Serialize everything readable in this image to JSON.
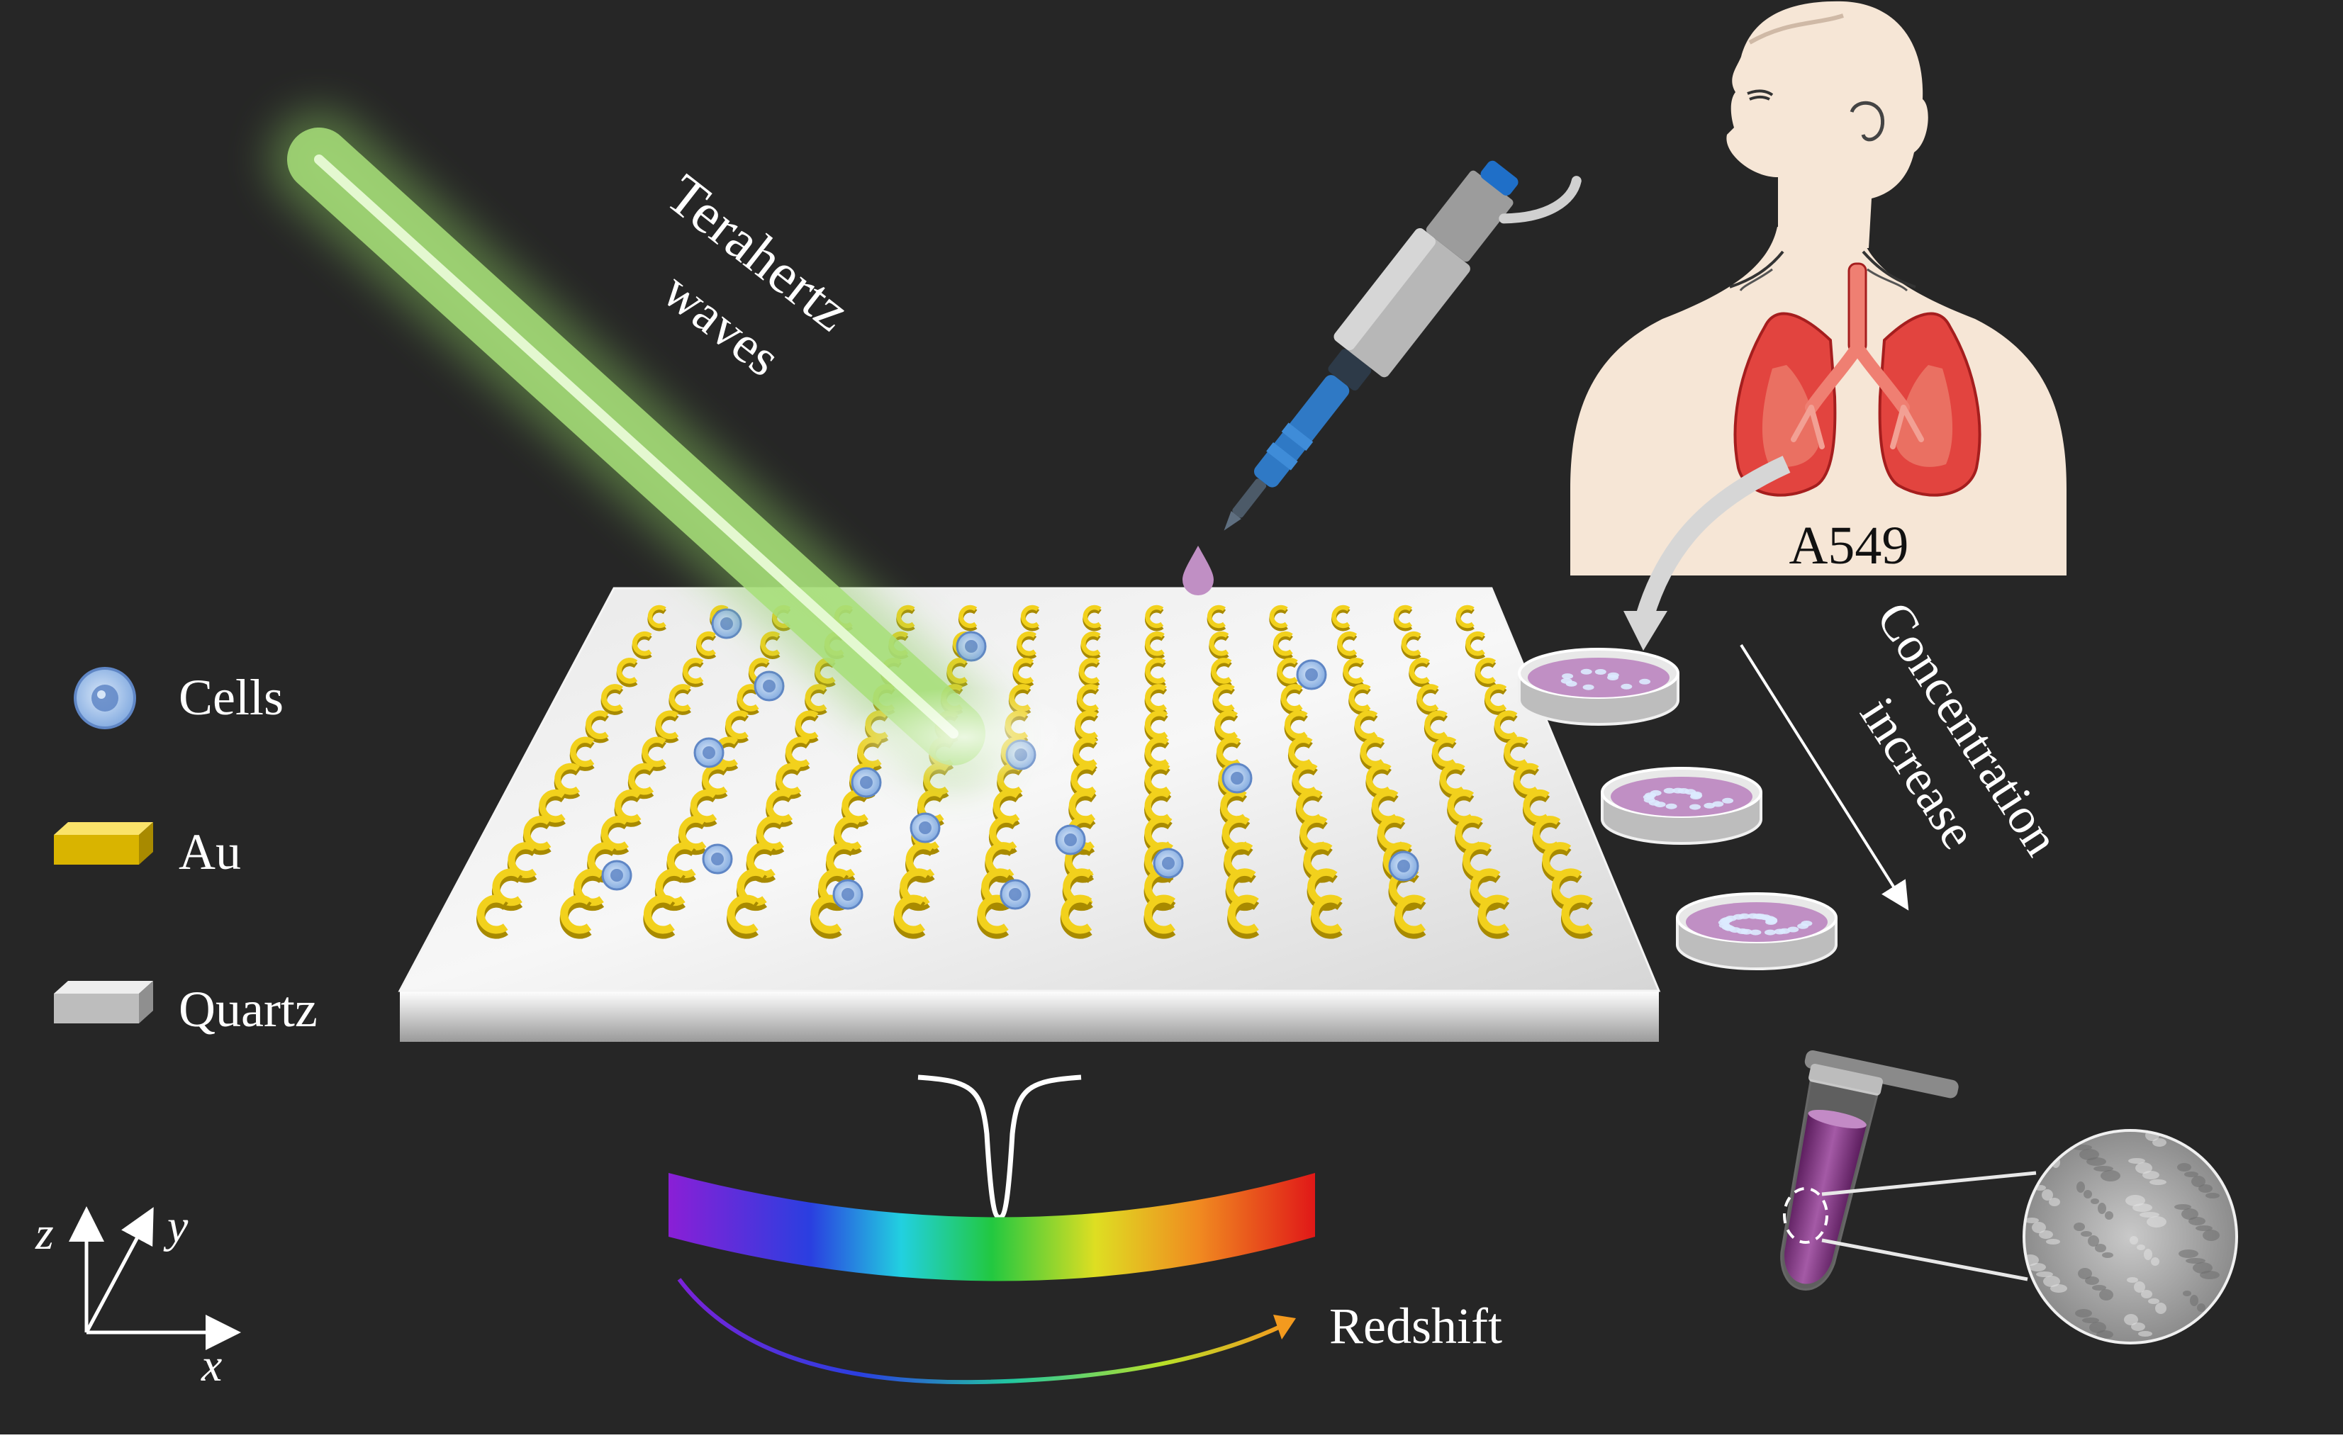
{
  "title": "",
  "beam": {
    "label_line1": "Terahertz",
    "label_line2": "waves"
  },
  "legend": {
    "items": [
      {
        "key": "cells",
        "label": "Cells"
      },
      {
        "key": "au",
        "label": "Au"
      },
      {
        "key": "quartz",
        "label": "Quartz"
      }
    ]
  },
  "body": {
    "cell_line_label": "A549"
  },
  "concentration": {
    "label_line1": "Concentration",
    "label_line2": "increase"
  },
  "spectrum": {
    "shift_label": "Redshift"
  },
  "axes": {
    "z": "z",
    "y": "y",
    "x": "x"
  },
  "colors": {
    "background": "#262626",
    "gold": "#f2d11c",
    "quartz": "#e6e6e6",
    "beam": "#a8e07a",
    "cell": "#7fa8df",
    "liquid": "#c08fc4",
    "skin": "#f6e6d6",
    "lung": "#e2443f",
    "pipette_tip": "#2f79c5"
  },
  "icons": [
    "cell-icon",
    "gold-block-icon",
    "quartz-block-icon",
    "pipette-icon",
    "petri-dish-icon",
    "tube-icon",
    "microscope-zoom-icon"
  ]
}
